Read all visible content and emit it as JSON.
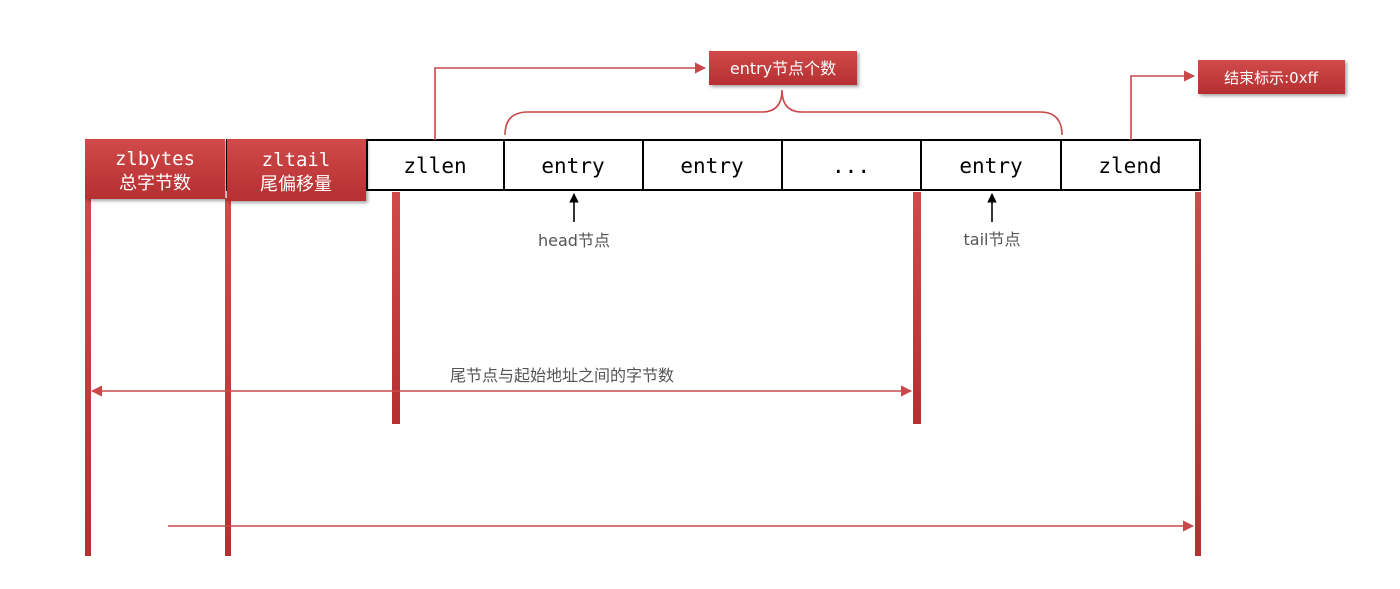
{
  "cells": [
    {
      "label": "zlbytes",
      "sublabel": "总字节数"
    },
    {
      "label": "zltail",
      "sublabel": "尾偏移量"
    },
    {
      "label": "zllen"
    },
    {
      "label": "entry"
    },
    {
      "label": "entry"
    },
    {
      "label": "..."
    },
    {
      "label": "entry"
    },
    {
      "label": "zlend"
    }
  ],
  "callouts": {
    "entry_count": "entry节点个数",
    "end_marker": "结束标示:0xff"
  },
  "annotations": {
    "head": "head节点",
    "tail": "tail节点",
    "tail_offset": "尾节点与起始地址之间的字节数"
  },
  "colors": {
    "accent": "#c0393b",
    "accent_dark": "#a52a2c",
    "line": "#c9484a",
    "box_border": "#000000",
    "label_gray": "#555555"
  }
}
